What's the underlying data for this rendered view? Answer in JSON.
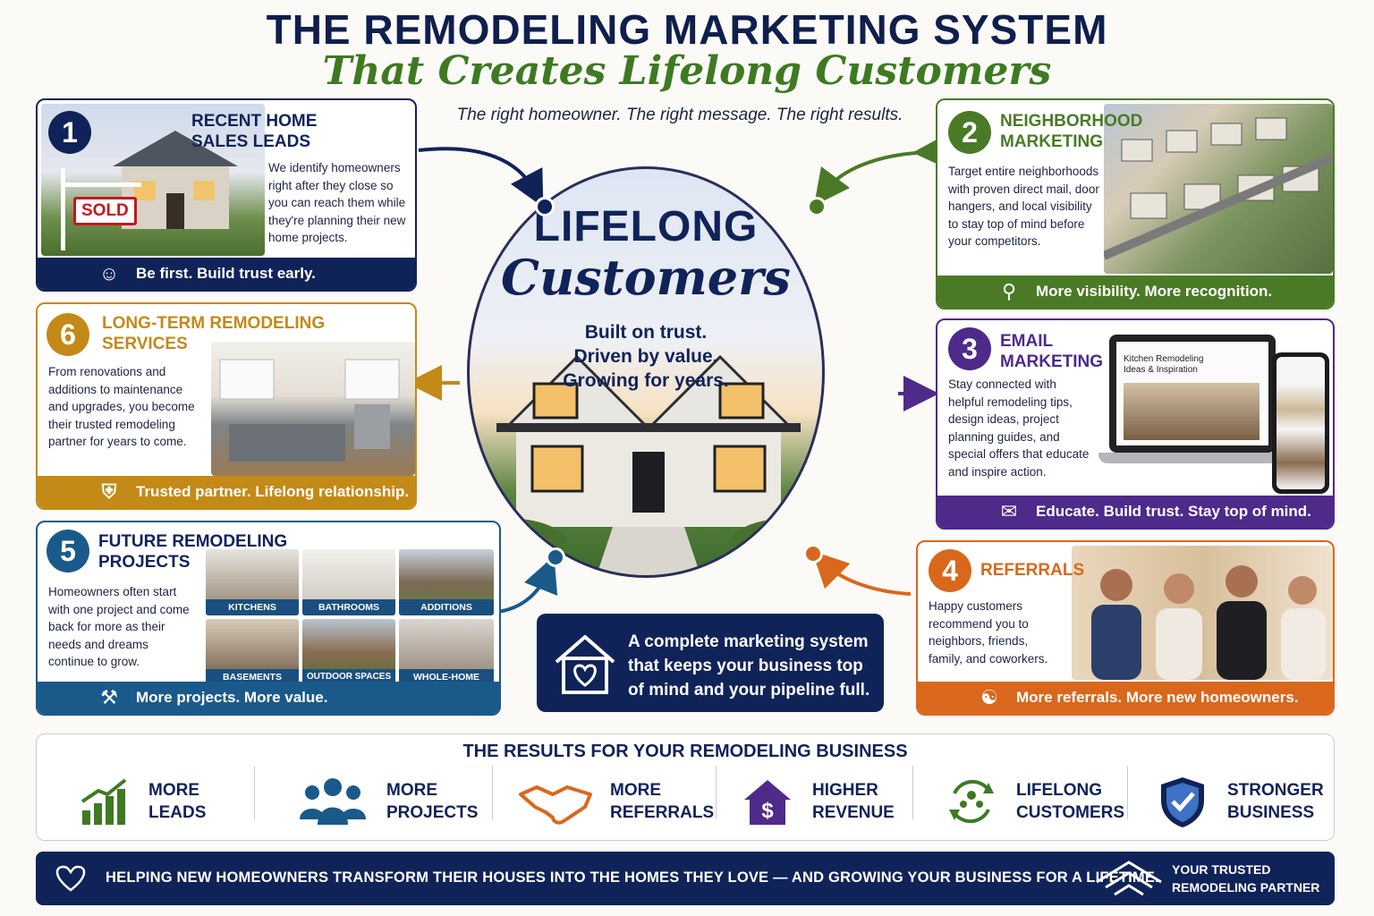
{
  "header": {
    "title": "THE REMODELING MARKETING SYSTEM",
    "subtitle": "That Creates Lifelong Customers",
    "tagline": "The right homeowner. The right message. The right results."
  },
  "center": {
    "title": "LIFELONG",
    "script": "Customers",
    "lines": [
      "Built on trust.",
      "Driven by value.",
      "Growing for years."
    ],
    "pitch": "A complete marketing system that keeps your business top of mind and your pipeline full."
  },
  "cards": {
    "c1": {
      "num": "1",
      "title1": "RECENT HOME",
      "title2": "SALES LEADS",
      "body": "We identify homeowners right after they close so you can reach them while they're planning their new home projects.",
      "sign": "SOLD",
      "footer": "Be first. Build trust early."
    },
    "c2": {
      "num": "2",
      "title1": "NEIGHBORHOOD",
      "title2": "MARKETING",
      "body": "Target entire neighborhoods with proven direct mail, door hangers, and local visibility to stay top of mind before your competitors.",
      "footer": "More visibility. More recognition."
    },
    "c3": {
      "num": "3",
      "title1": "EMAIL",
      "title2": "MARKETING",
      "body": "Stay connected with helpful remodeling tips, design ideas, project planning guides, and special offers that educate and inspire action.",
      "screen_title": "Kitchen Remodeling Ideas & Inspiration",
      "footer": "Educate. Build trust. Stay top of mind."
    },
    "c4": {
      "num": "4",
      "title1": "REFERRALS",
      "body": "Happy customers recommend you to neighbors, friends, family, and coworkers.",
      "footer": "More referrals. More new homeowners."
    },
    "c5": {
      "num": "5",
      "title1": "FUTURE REMODELING",
      "title2": "PROJECTS",
      "body": "Homeowners often start with one project and come back for more as their needs and dreams continue to grow.",
      "tiles": [
        "KITCHENS",
        "BATHROOMS",
        "ADDITIONS",
        "BASEMENTS",
        "OUTDOOR SPACES",
        "WHOLE-HOME"
      ],
      "footer": "More projects. More value."
    },
    "c6": {
      "num": "6",
      "title1": "LONG-TERM REMODELING",
      "title2": "SERVICES",
      "body": "From renovations and additions to maintenance and upgrades, you become their trusted remodeling partner for years to come.",
      "footer": "Trusted partner. Lifelong relationship."
    }
  },
  "colors": {
    "navy": "#102358",
    "green": "#4a7a26",
    "purple": "#4e2a8a",
    "orange": "#d9681c",
    "blue": "#1a5a8a",
    "gold": "#c38a18"
  },
  "results": {
    "title": "THE RESULTS FOR YOUR REMODELING BUSINESS",
    "items": [
      {
        "l1": "MORE",
        "l2": "LEADS",
        "icon": "bar-chart-icon"
      },
      {
        "l1": "MORE",
        "l2": "PROJECTS",
        "icon": "people-icon"
      },
      {
        "l1": "MORE",
        "l2": "REFERRALS",
        "icon": "handshake-icon"
      },
      {
        "l1": "HIGHER",
        "l2": "REVENUE",
        "icon": "house-dollar-icon"
      },
      {
        "l1": "LIFELONG",
        "l2": "CUSTOMERS",
        "icon": "cycle-people-icon"
      },
      {
        "l1": "STRONGER",
        "l2": "BUSINESS",
        "icon": "shield-check-icon"
      }
    ]
  },
  "footer": {
    "text": "HELPING NEW HOMEOWNERS TRANSFORM THEIR HOUSES INTO THE HOMES THEY LOVE — AND GROWING YOUR BUSINESS FOR A LIFETIME.",
    "badge1": "YOUR TRUSTED",
    "badge2": "REMODELING PARTNER"
  }
}
